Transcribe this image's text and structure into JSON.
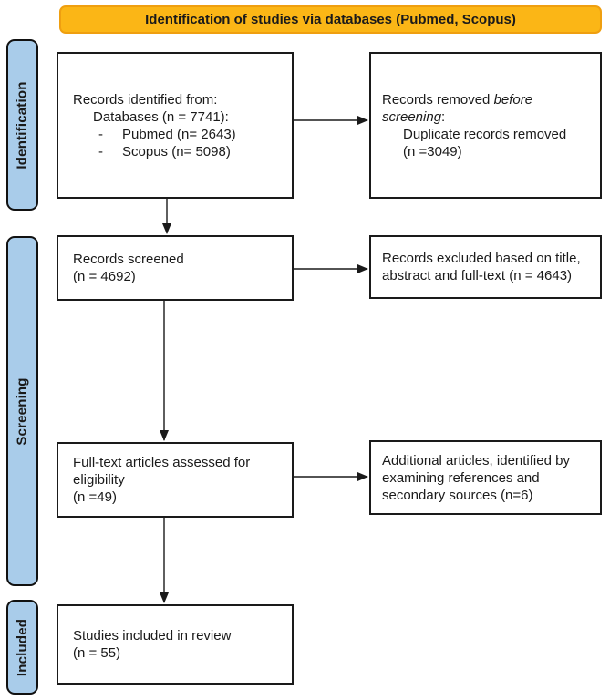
{
  "header": {
    "title": "Identification of studies via databases (Pubmed, Scopus)"
  },
  "colors": {
    "banner_bg": "#FBB616",
    "banner_border": "#EF9F10",
    "stage_bg": "#A9CCEA",
    "box_border": "#1A1A1A"
  },
  "stages": {
    "identification": "Identification",
    "screening": "Screening",
    "included": "Included"
  },
  "flow": {
    "records_identified": {
      "intro": "Records identified from:",
      "databases": "Databases (n = 7741):",
      "bullet_dash": "-",
      "bullets": [
        "Pubmed (n= 2643)",
        "Scopus (n= 5098)"
      ]
    },
    "records_removed": {
      "prefix": "Records removed ",
      "italic": "before screening",
      "suffix": ":",
      "detail": "Duplicate records removed\n(n =3049)"
    },
    "records_screened": "Records screened\n(n = 4692)",
    "records_excluded": "Records excluded based on title,\nabstract and full-text (n = 4643)",
    "fulltext_assessed": "Full-text articles assessed for\neligibility\n(n =49)",
    "additional_articles": "Additional articles, identified by\nexamining references and\nsecondary sources (n=6)",
    "studies_included": "Studies included in review\n(n = 55)"
  }
}
